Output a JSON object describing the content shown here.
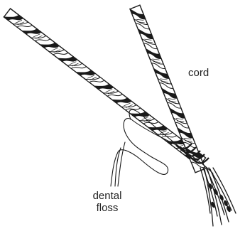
{
  "labels": {
    "cord": "cord",
    "floss_line1": "dental",
    "floss_line2": "floss"
  },
  "colors": {
    "ink": "#1a1a1a",
    "paper": "#ffffff"
  }
}
